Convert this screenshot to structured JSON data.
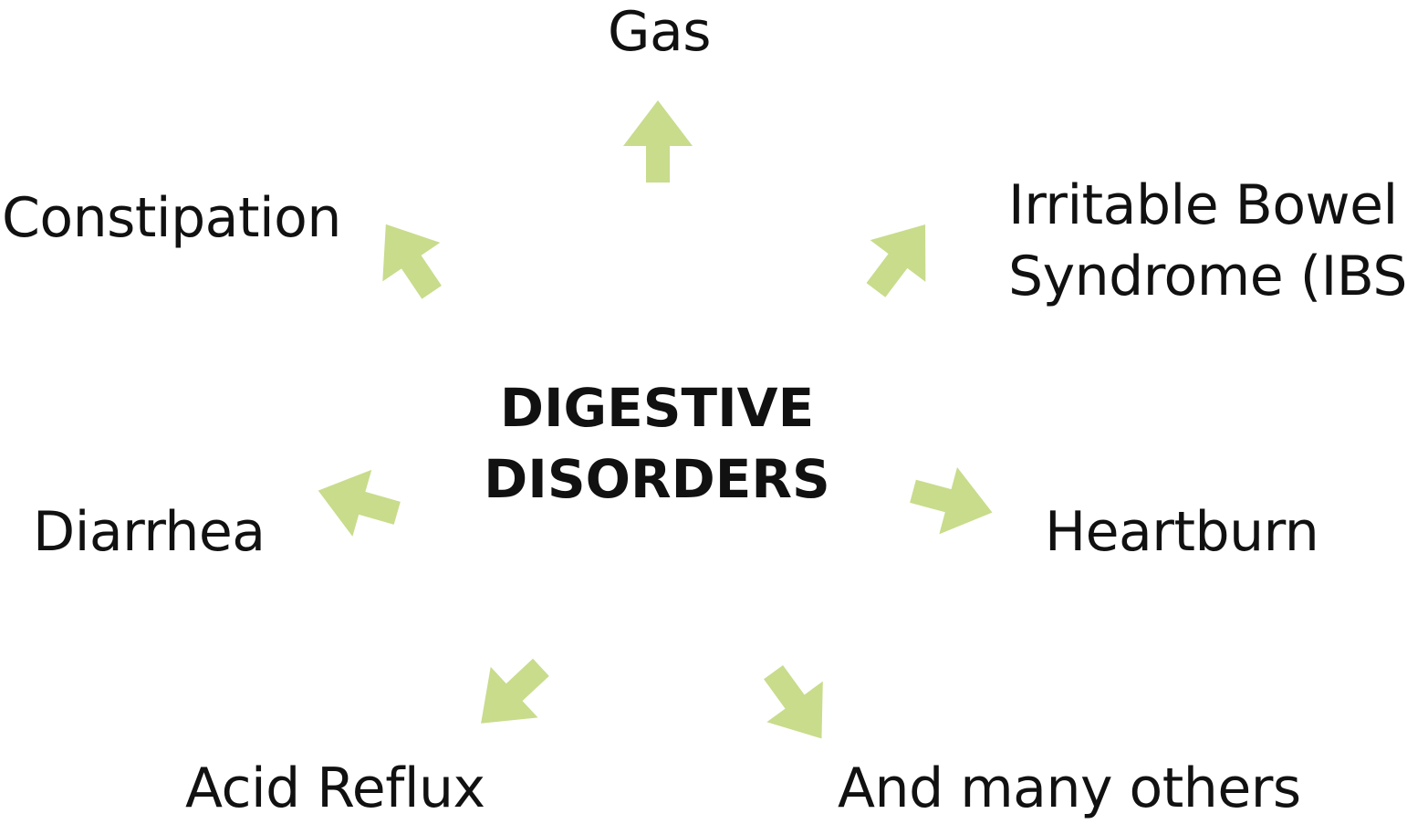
{
  "diagram": {
    "center": {
      "line1": "DIGESTIVE",
      "line2": "DISORDERS"
    },
    "arrow_color": "#c8dc8c",
    "nodes": {
      "gas": "Gas",
      "constipation": "Constipation",
      "ibs_line1": "Irritable Bowel",
      "ibs_line2": "Syndrome (IBS)",
      "diarrhea": "Diarrhea",
      "heartburn": "Heartburn",
      "acid_reflux": "Acid Reflux",
      "others": "And many others"
    }
  }
}
